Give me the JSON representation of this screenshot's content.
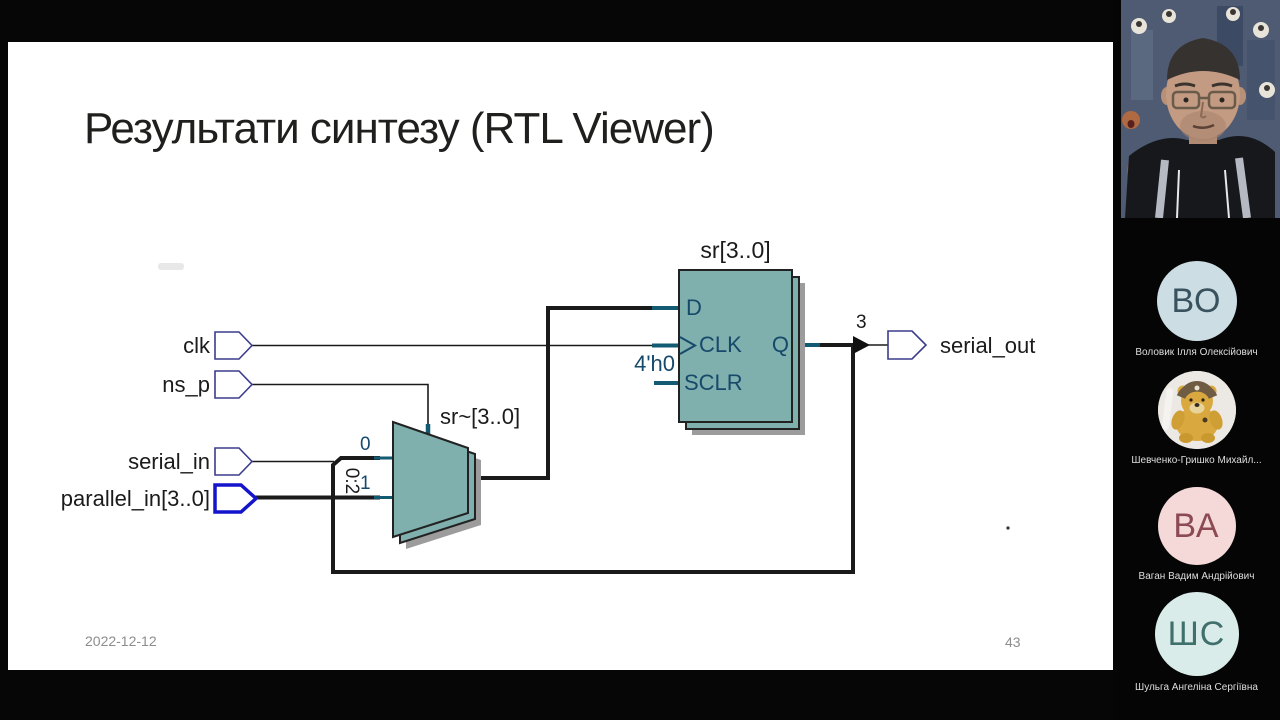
{
  "slide": {
    "title": "Результати синтезу (RTL Viewer)",
    "footer": {
      "date": "2022-12-12",
      "page": "43"
    },
    "diagram": {
      "ports": {
        "clk": "clk",
        "ns_p": "ns_p",
        "serial_in": "serial_in",
        "parallel_in": "parallel_in[3..0]",
        "serial_out": "serial_out"
      },
      "labels": {
        "mux_name": "sr~[3..0]",
        "reg_name": "sr[3..0]",
        "mux_in0": "0",
        "mux_in1": "1",
        "bus_slice": "0:2",
        "bus_width": "3",
        "const": "4'h0",
        "pin_d": "D",
        "pin_clk": "CLK",
        "pin_sclr": "SCLR",
        "pin_q": "Q"
      },
      "colors": {
        "block_fill": "#7fb0ae",
        "block_border": "#222222",
        "shadow": "#9c9c9c",
        "pin_text": "#17496b",
        "pin_stub": "#135a73",
        "wire": "#1a1a1a",
        "port_border": "#3c3c8c",
        "bus_port_border": "#1414cc"
      }
    }
  },
  "sidebar": {
    "participants": [
      {
        "initials": "ВО",
        "name": "Воловик Ілля Олексійович",
        "bg": "#ccdde3",
        "fg": "#39525e"
      },
      {
        "initials": "",
        "name": "Шевченко-Гришко Михайл...",
        "avatar": "teddy-bear-photo"
      },
      {
        "initials": "ВА",
        "name": "Ваган Вадим Андрійович",
        "bg": "#f5d9d9",
        "fg": "#8c4a54"
      },
      {
        "initials": "ШС",
        "name": "Шульга Ангеліна Сергіївна",
        "bg": "#d9ece9",
        "fg": "#40706c"
      }
    ]
  }
}
